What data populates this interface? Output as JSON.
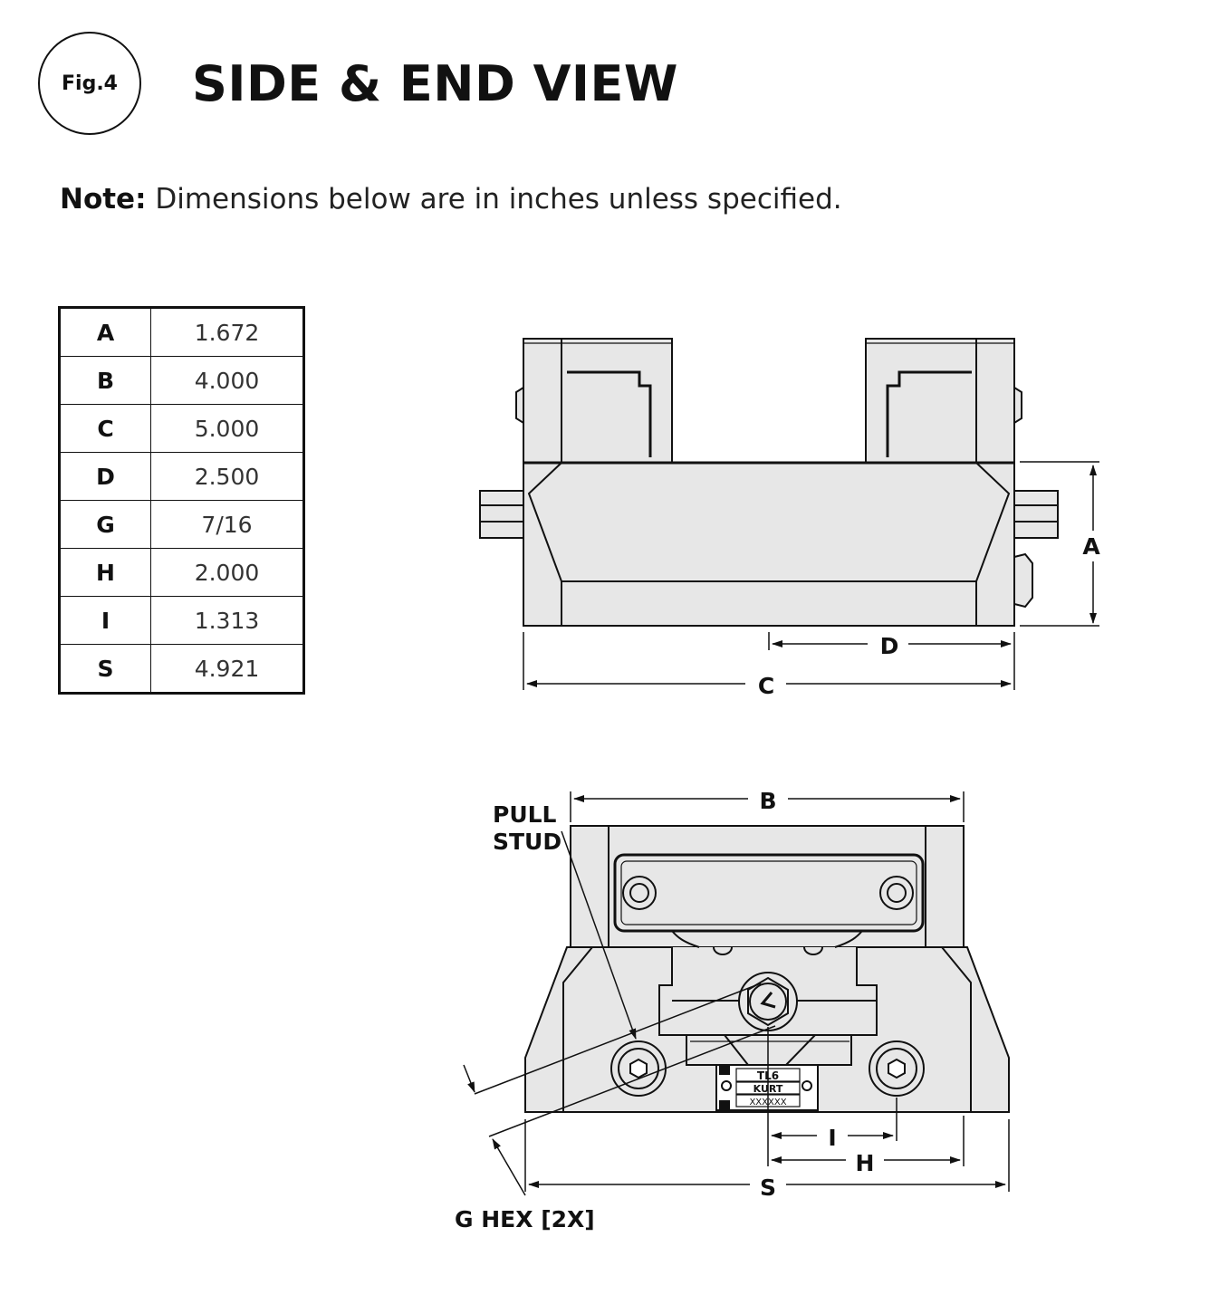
{
  "figure": {
    "badge": "Fig.4",
    "title": "SIDE & END VIEW"
  },
  "note": {
    "label": "Note:",
    "text": "Dimensions below are in inches unless specified."
  },
  "dimensions": [
    {
      "key": "A",
      "value": "1.672"
    },
    {
      "key": "B",
      "value": "4.000"
    },
    {
      "key": "C",
      "value": "5.000"
    },
    {
      "key": "D",
      "value": "2.500"
    },
    {
      "key": "G",
      "value": "7/16"
    },
    {
      "key": "H",
      "value": "2.000"
    },
    {
      "key": "I",
      "value": "1.313"
    },
    {
      "key": "S",
      "value": "4.921"
    }
  ],
  "side_view": {
    "label_a": "A",
    "label_c": "C",
    "label_d": "D"
  },
  "end_view": {
    "label_b": "B",
    "label_h": "H",
    "label_i": "I",
    "label_s": "S",
    "pull_stud_line1": "PULL",
    "pull_stud_line2": "STUD",
    "hex_label": "G HEX [2X]",
    "plate_line1": "TL6",
    "plate_line2": "KURT",
    "plate_line3": "XXXXXX"
  },
  "colors": {
    "fill": "#e7e7e7",
    "stroke": "#111111"
  }
}
